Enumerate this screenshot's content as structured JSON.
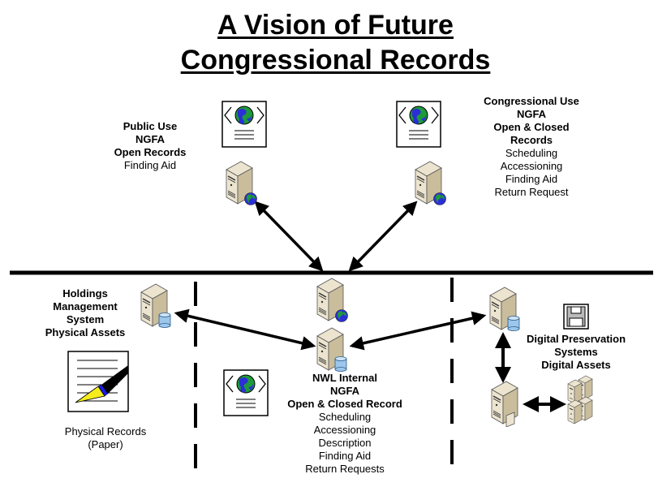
{
  "title": {
    "line1": "A Vision of Future",
    "line2": "Congressional Records"
  },
  "nodes": {
    "public_use": {
      "bold": [
        "Public Use",
        "NGFA",
        "Open Records"
      ],
      "normal": [
        "Finding Aid"
      ],
      "icons": [
        "web-page-icon",
        "web-server-icon"
      ]
    },
    "congressional_use": {
      "bold": [
        "Congressional Use",
        "NGFA",
        "Open & Closed",
        "Records"
      ],
      "normal": [
        "Scheduling",
        "Accessioning",
        "Finding Aid",
        "Return Request"
      ],
      "icons": [
        "web-page-icon",
        "web-server-icon"
      ]
    },
    "holdings": {
      "bold": [
        "Holdings",
        "Management",
        "System",
        "Physical Assets"
      ],
      "normal": [],
      "icons": [
        "database-server-icon"
      ]
    },
    "physical_records": {
      "bold": [],
      "normal": [
        "Physical Records",
        "(Paper)"
      ],
      "icons": [
        "document-pen-icon"
      ]
    },
    "nwl_internal": {
      "bold": [
        "NWL Internal",
        "NGFA",
        "Open & Closed Record"
      ],
      "normal": [
        "Scheduling",
        "Accessioning",
        "Description",
        "Finding Aid",
        "Return Requests"
      ],
      "icons": [
        "web-server-icon",
        "database-server-icon",
        "web-page-icon"
      ]
    },
    "digital_preservation": {
      "bold": [
        "Digital Preservation",
        "Systems",
        "Digital Assets"
      ],
      "normal": [],
      "icons": [
        "database-server-icon",
        "floppy-disk-icon",
        "file-server-icon",
        "server-cluster-icon"
      ]
    }
  },
  "colors": {
    "line": "#000000",
    "server_body": "#ece4cf",
    "server_side": "#c9bd9c",
    "globe_ocean": "#2a2fd6",
    "globe_land": "#1e9a3a",
    "database": "#9cc7ea",
    "pen_tip": "#f4ec1c",
    "pen_band": "#1a1ae6"
  }
}
